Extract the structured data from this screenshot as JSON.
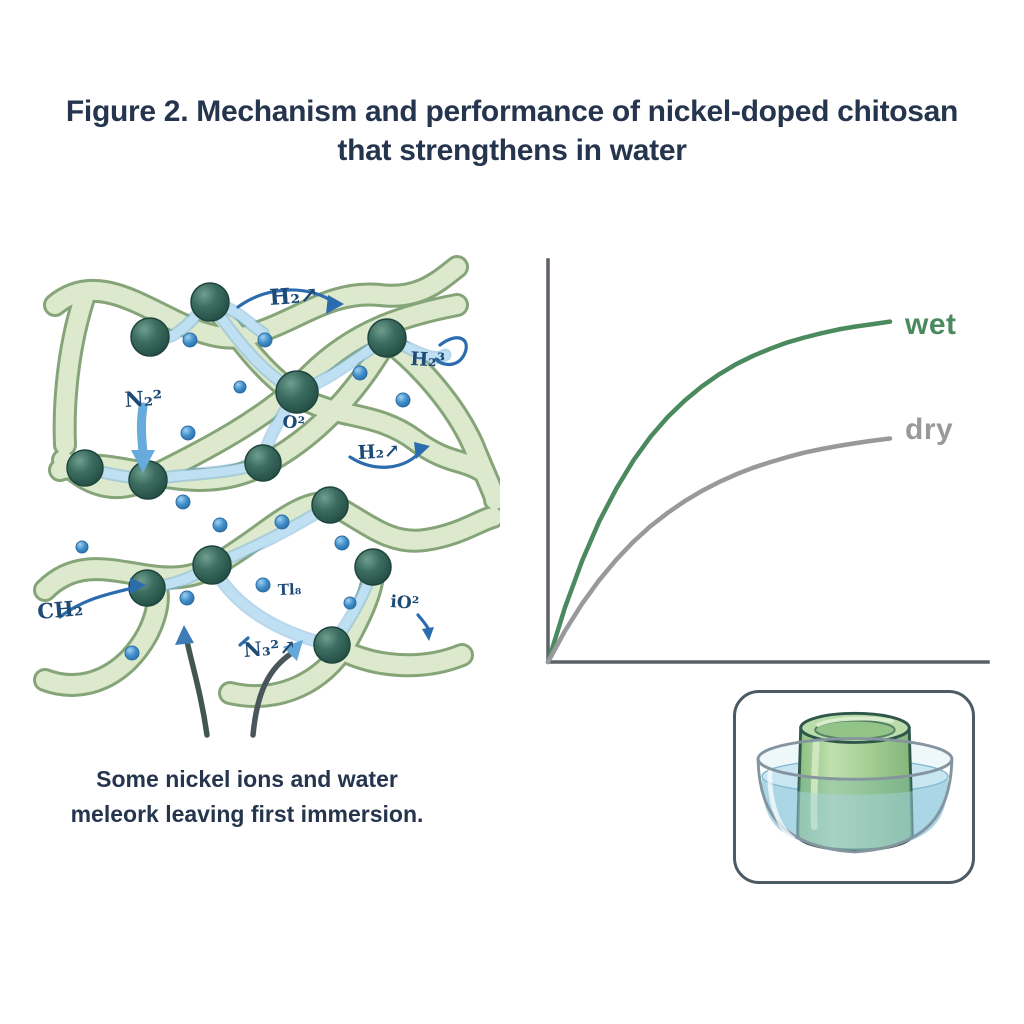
{
  "title": {
    "line1": "Figure 2. Mechanism and performance of nickel-doped chitosan",
    "line2": "that strengthens in water",
    "color": "#26354e"
  },
  "diagram": {
    "description": "hand-drawn nickel-doped chitosan polymer network with nickel ion nodes, water beads and gas labels",
    "labels": [
      {
        "text": "H₂↗"
      },
      {
        "text": "H₂³"
      },
      {
        "text": "N₂²"
      },
      {
        "text": "O²"
      },
      {
        "text": "H₂↗"
      },
      {
        "text": "CH₂"
      },
      {
        "text": "Tl₈"
      },
      {
        "text": "iO²"
      },
      {
        "text": "N₃²↗"
      }
    ],
    "colors": {
      "tube_fill": "#dde9cc",
      "tube_edge": "#85a478",
      "node_fill": "#2d5c52",
      "node_hi": "#6f9e8e",
      "bead": "#4290cc",
      "ribbon": "#bfdff2",
      "annotation": "#1d4b76",
      "arrow_dark": "#42584f",
      "arrow_blue": "#3e7cb8"
    }
  },
  "chart_data": {
    "type": "line",
    "title": "",
    "xlabel": "",
    "ylabel": "",
    "xlim": [
      0,
      10
    ],
    "ylim": [
      0,
      1
    ],
    "grid": false,
    "legend_position": "end-of-line labels",
    "x": [
      0,
      0.5,
      1,
      1.5,
      2,
      2.5,
      3,
      3.5,
      4,
      4.5,
      5,
      5.5,
      6,
      6.5,
      7,
      7.5,
      8,
      8.5,
      9,
      9.5,
      10
    ],
    "series": [
      {
        "name": "wet",
        "color": "#4b8a5e",
        "values": [
          0,
          0.156,
          0.288,
          0.4,
          0.493,
          0.573,
          0.64,
          0.696,
          0.743,
          0.783,
          0.817,
          0.846,
          0.87,
          0.89,
          0.908,
          0.922,
          0.934,
          0.945,
          0.953,
          0.96,
          0.967
        ]
      },
      {
        "name": "dry",
        "color": "#98999b",
        "values": [
          0,
          0.089,
          0.166,
          0.233,
          0.291,
          0.342,
          0.386,
          0.424,
          0.457,
          0.486,
          0.511,
          0.533,
          0.552,
          0.568,
          0.582,
          0.595,
          0.605,
          0.614,
          0.622,
          0.629,
          0.635
        ]
      }
    ]
  },
  "caption": {
    "line1": "Some nickel ions and water",
    "line2": "meleork leaving first immersion."
  },
  "inset": {
    "description": "green chitosan cylinder immersed in a glass dish of water",
    "colors": {
      "panel_border": "#4b5a63",
      "water": "#aed8e8",
      "water_surface": "#c7e6f2",
      "glass": "#8595a0",
      "cylinder": "#a6d096",
      "cylinder_top": "#b9dcaa",
      "cylinder_outline": "#30564a"
    }
  }
}
